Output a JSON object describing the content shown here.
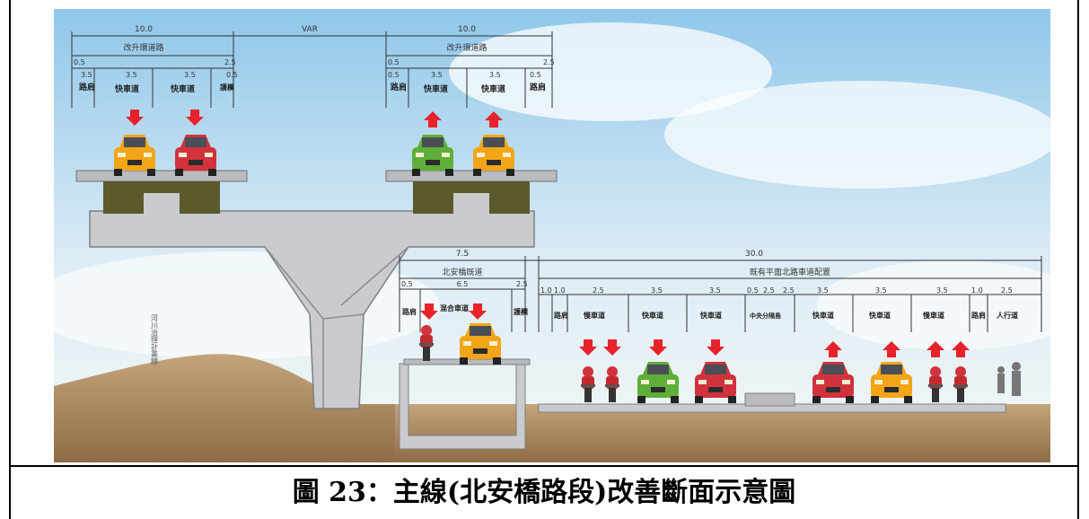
{
  "caption": "圖 23：主線(北安橋路段)改善斷面示意圖",
  "figure": {
    "elevated": {
      "span_left": "10.0",
      "span_mid": "VAR",
      "span_right": "10.0",
      "left_title": "改升環道路",
      "right_title": "改升環道路",
      "left_dims": [
        "0.5",
        "3.5",
        "3.5",
        "3.5",
        "2.5",
        "0.5"
      ],
      "right_dims": [
        "0.5",
        "0.5",
        "3.5",
        "3.5",
        "2.5",
        "0.5"
      ],
      "left_labels": [
        "路肩",
        "快車道",
        "快車道",
        "護欄"
      ],
      "right_labels": [
        "路肩",
        "快車道",
        "快車道",
        "路肩"
      ]
    },
    "ground": {
      "span_total": "30.0",
      "span_left": "7.5",
      "left_title": "北安橋既道",
      "left_sub": "6.5",
      "right_title": "既有平面北路車道配置",
      "left_dims": [
        "0.5",
        "2.5"
      ],
      "left_labels": [
        "路肩",
        "混合車道",
        "護欄"
      ],
      "right_dims": [
        "1.0",
        "1.0",
        "2.5",
        "3.5",
        "3.5",
        "0.5",
        "2.5",
        "2.5",
        "3.5",
        "3.5",
        "3.5",
        "1.0",
        "2.5"
      ],
      "right_labels": [
        "路肩",
        "慢車道",
        "快車道",
        "快車道",
        "中央分隔島",
        "快車道",
        "快車道",
        "慢車道",
        "路肩",
        "人行道"
      ],
      "river_label": "河川治理計畫線"
    },
    "colors": {
      "arrow": "#e8222a",
      "car_yellow": "#f2a516",
      "car_red": "#d2323c",
      "car_green": "#5fae38",
      "concrete": "#c9cbce",
      "deck_box": "#5b5a2c",
      "soil": "#a98660"
    }
  }
}
